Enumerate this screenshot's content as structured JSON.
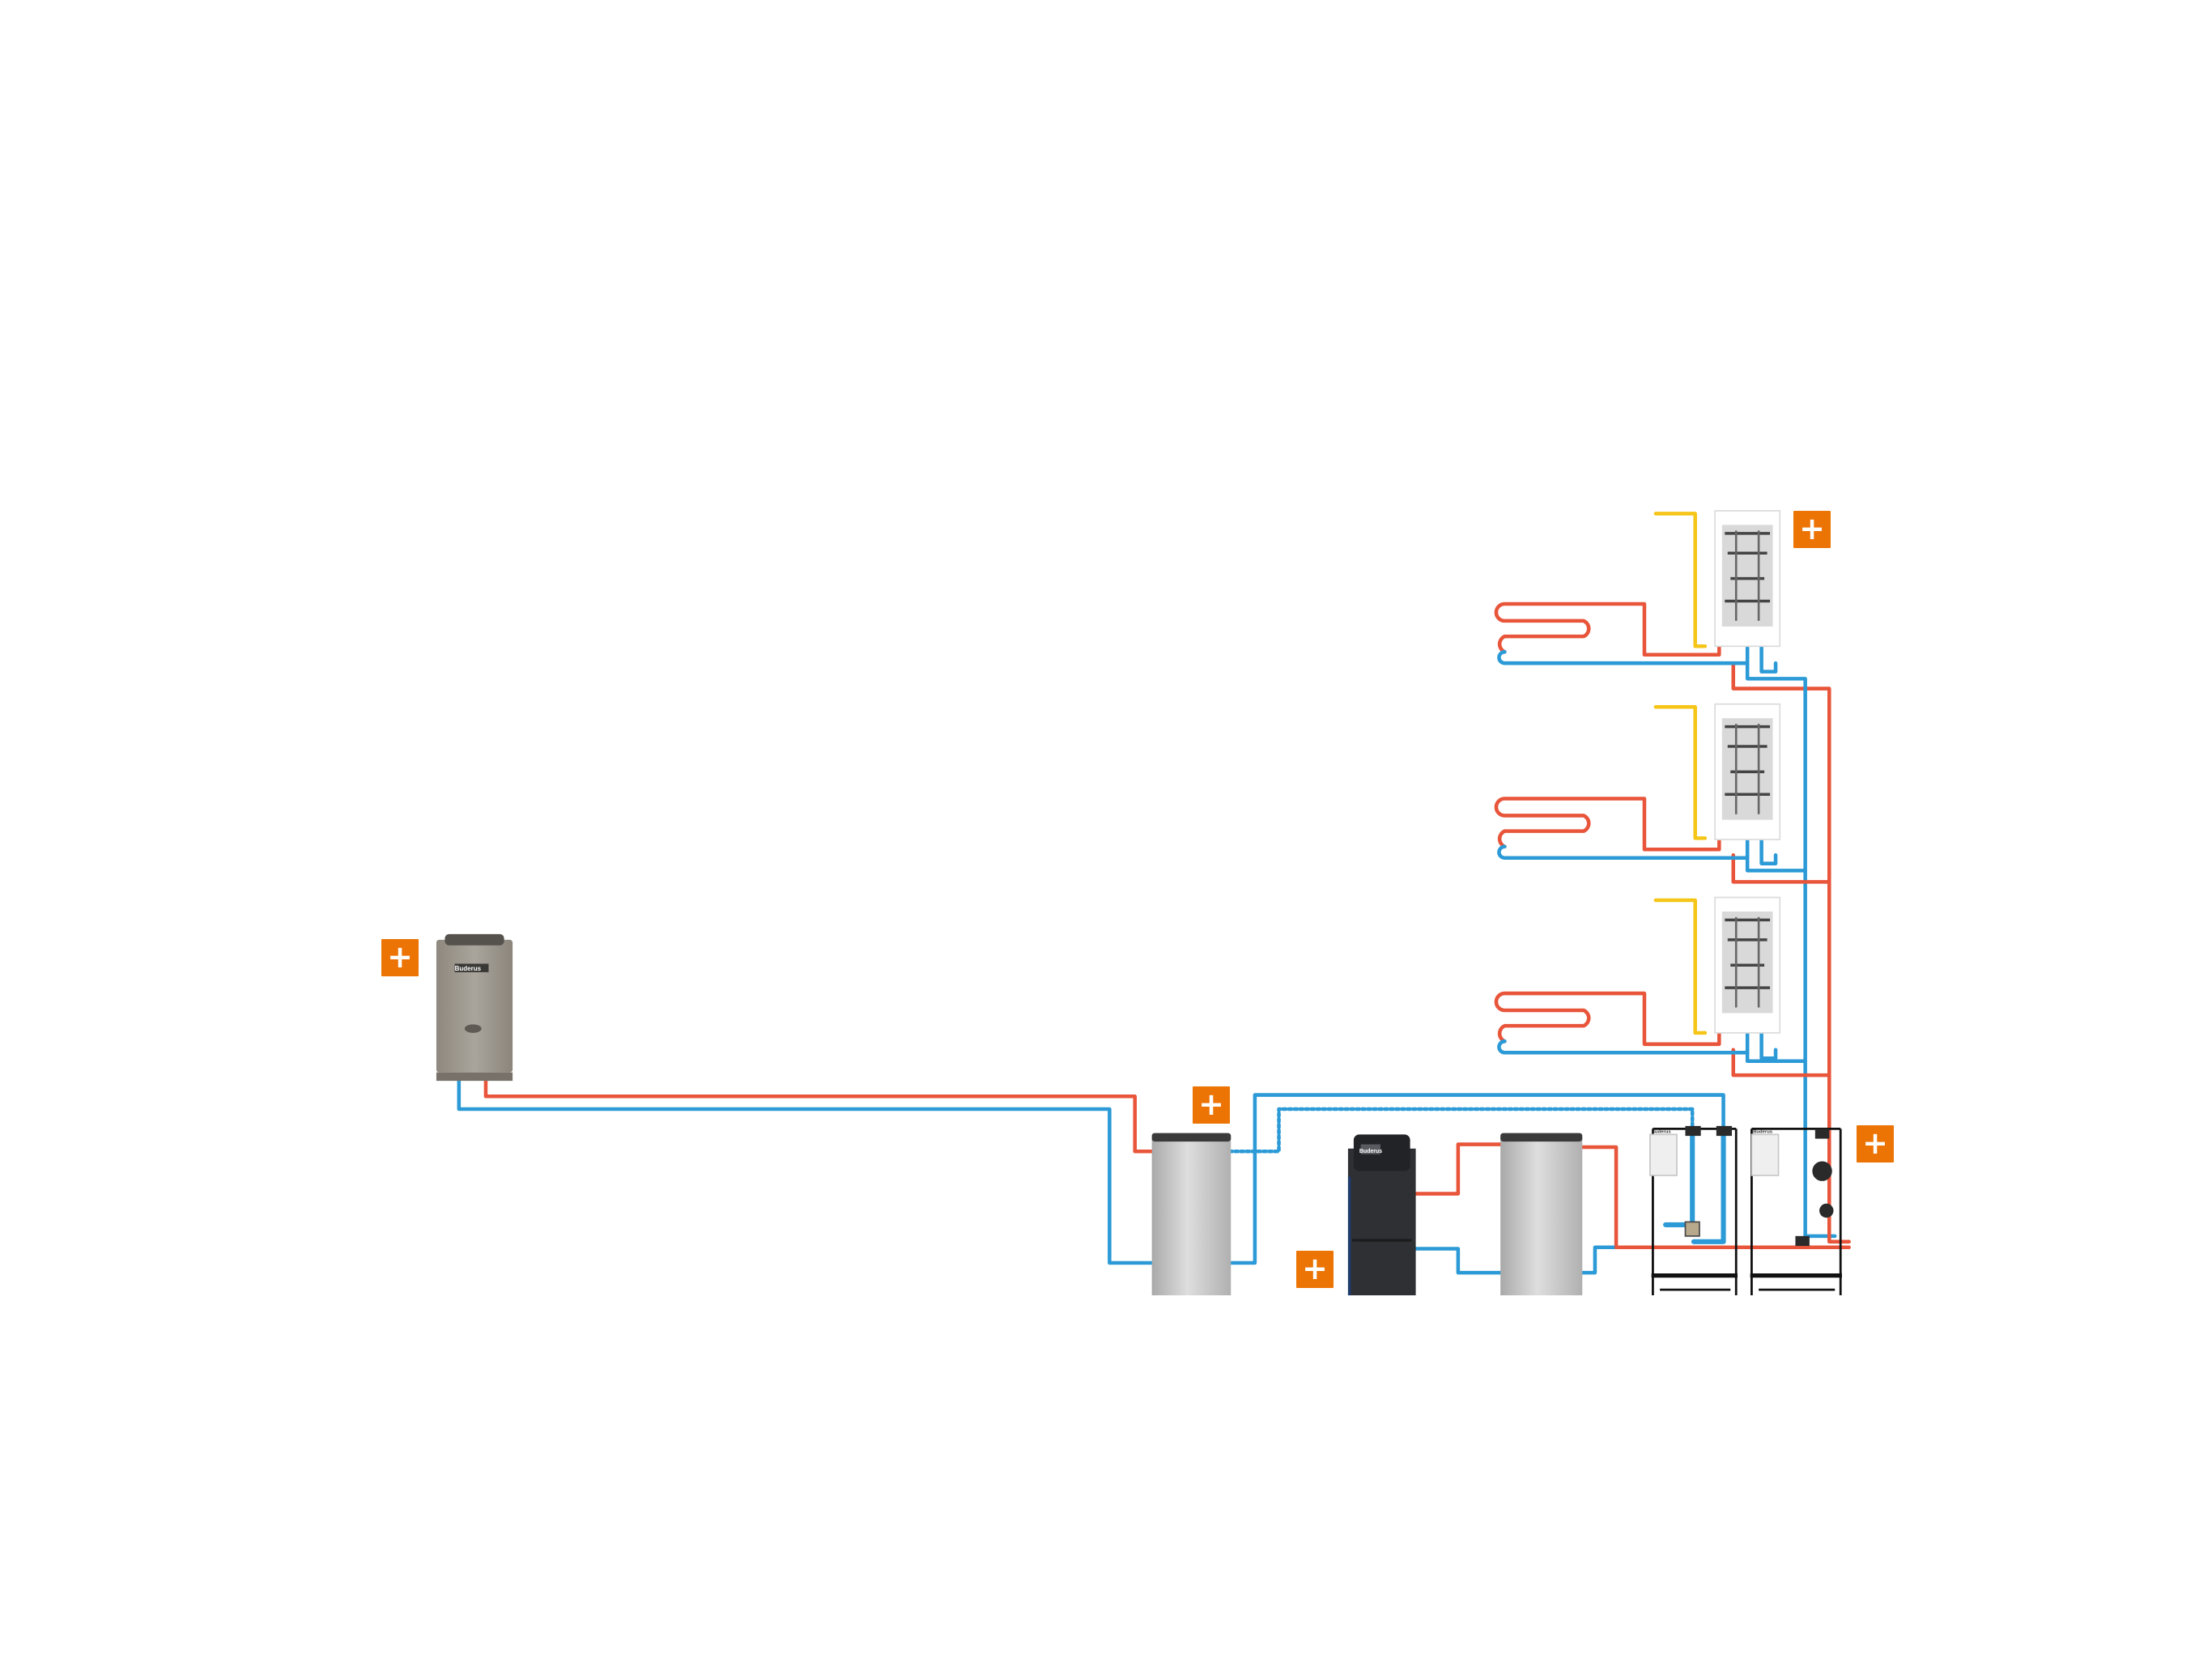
{
  "brand_label": "Buderus",
  "colors": {
    "supply": "#e8553a",
    "return": "#2b9ad6",
    "signal": "#f5c518",
    "accent": "#ec7404",
    "tank": "#c4c4c4",
    "boiler": "#2e3033",
    "heat_pump": "#9a948a"
  },
  "hotspots": [
    {
      "id": "heat-pump",
      "icon": "plus-icon",
      "label": "+"
    },
    {
      "id": "buffer-tank",
      "icon": "plus-icon",
      "label": "+"
    },
    {
      "id": "boiler",
      "icon": "plus-icon",
      "label": "+"
    },
    {
      "id": "hydraulic-station",
      "icon": "plus-icon",
      "label": "+"
    },
    {
      "id": "flat-station",
      "icon": "plus-icon",
      "label": "+"
    }
  ]
}
